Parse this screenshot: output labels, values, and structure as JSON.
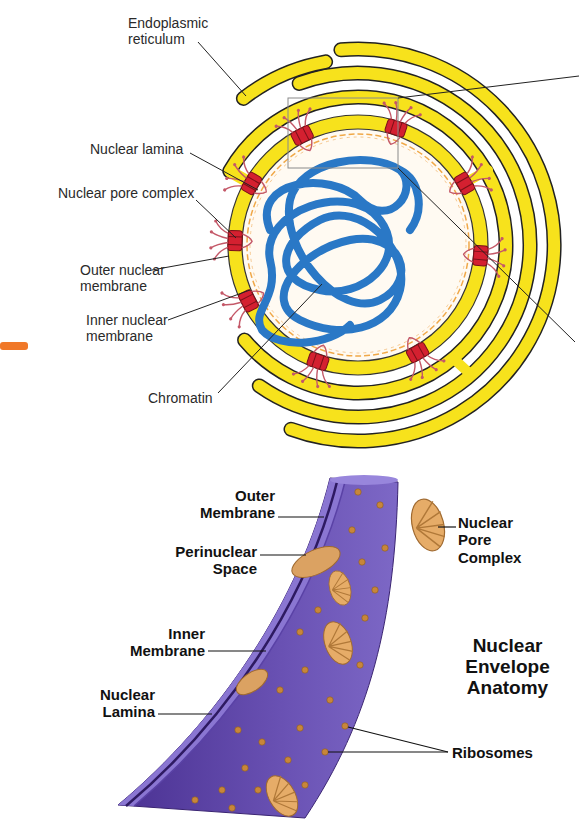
{
  "diagram": {
    "labels": [
      "Endoplasmic reticulum",
      "Nuclear lamina",
      "Nuclear pore complex",
      "Outer nuclear membrane",
      "Inner nuclear membrane",
      "Chromatin",
      "Outer Membrane",
      "Perinuclear Space",
      "Nuclear Pore Complex",
      "Inner Membrane",
      "Nuclear Envelope Anatomy",
      "Nuclear Lamina",
      "Ribosomes"
    ]
  }
}
